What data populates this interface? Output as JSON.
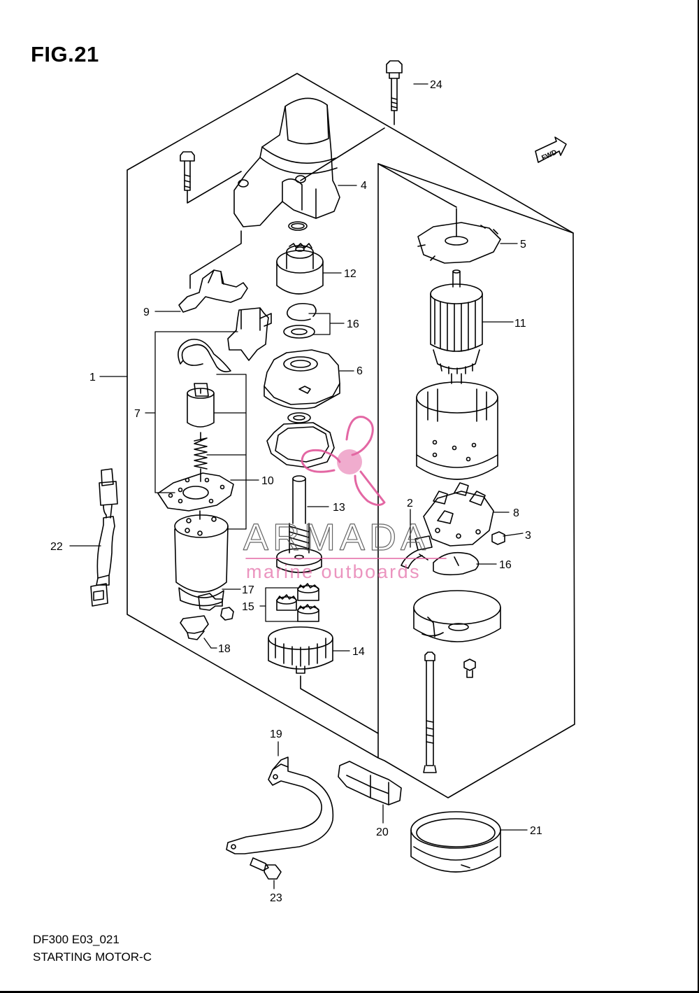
{
  "figure": {
    "title": "FIG.21",
    "code": "DF300 E03_021",
    "name": "STARTING MOTOR-C"
  },
  "callouts": {
    "c1": "1",
    "c2": "2",
    "c3": "3",
    "c4": "4",
    "c5": "5",
    "c6": "6",
    "c7": "7",
    "c8": "8",
    "c9": "9",
    "c10": "10",
    "c11": "11",
    "c12": "12",
    "c13": "13",
    "c14": "14",
    "c15": "15",
    "c16a": "16",
    "c16b": "16",
    "c17": "17",
    "c18": "18",
    "c19": "19",
    "c20": "20",
    "c21": "21",
    "c22": "22",
    "c23": "23",
    "c24": "24"
  },
  "direction_marker": "FWD",
  "watermark": {
    "brand": "ARMADA",
    "tagline": "marine outboards",
    "color": "#e0579a"
  }
}
